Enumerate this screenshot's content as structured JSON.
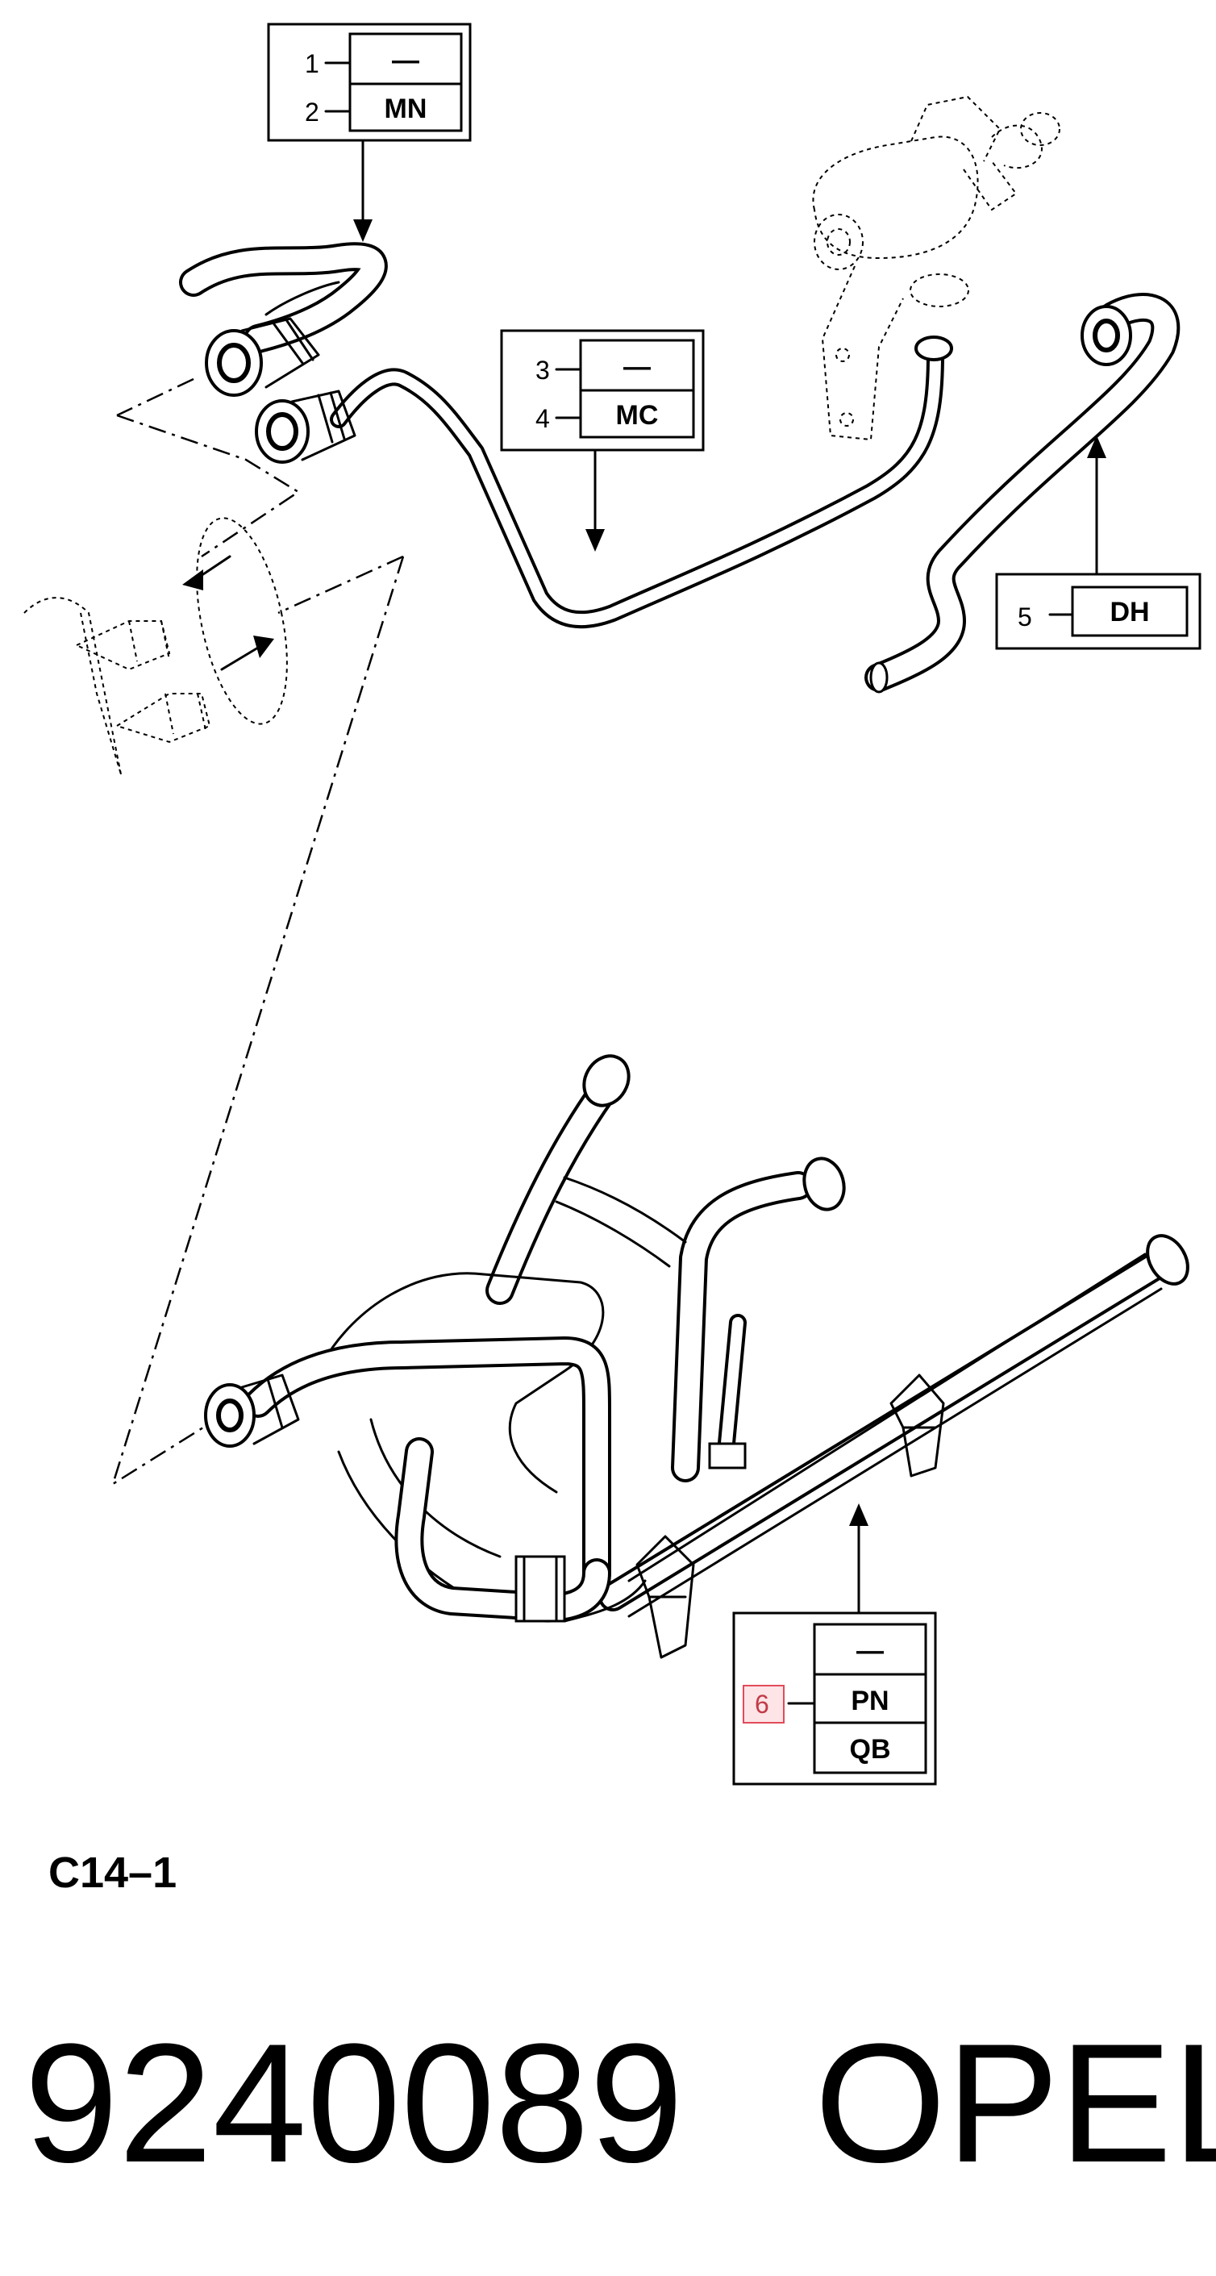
{
  "callouts": [
    {
      "id": 1,
      "label": "1",
      "code": "—"
    },
    {
      "id": 2,
      "label": "2",
      "code": "MN"
    },
    {
      "id": 3,
      "label": "3",
      "code": "—"
    },
    {
      "id": 4,
      "label": "4",
      "code": "MC"
    },
    {
      "id": 5,
      "label": "5",
      "code": "DH"
    },
    {
      "id": 6,
      "label": "6",
      "codes": [
        "—",
        "PN",
        "QB"
      ]
    }
  ],
  "diagram_code": "C14–1",
  "part_number": "9240089",
  "brand": "OPEL"
}
